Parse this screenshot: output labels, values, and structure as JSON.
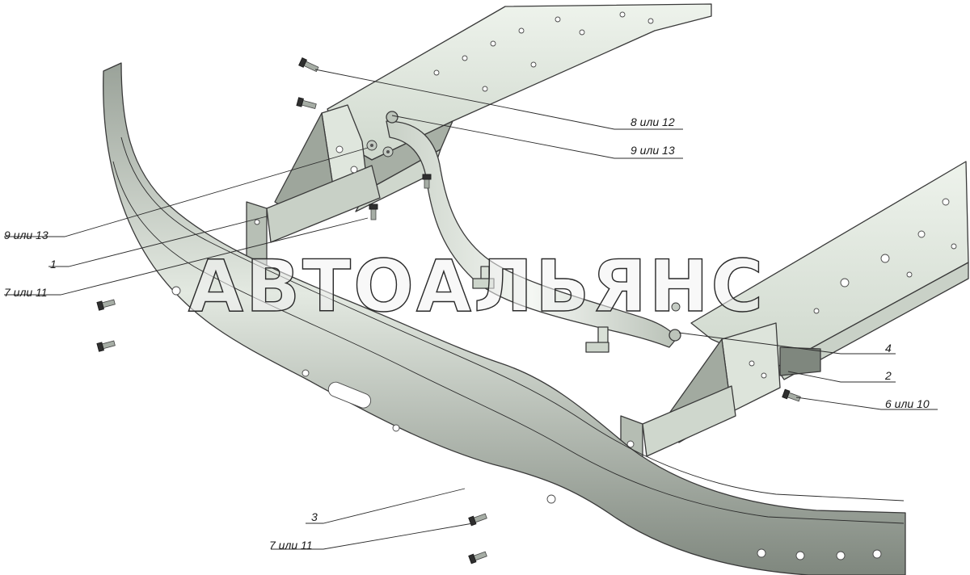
{
  "watermark": "АВТОАЛЬЯНС",
  "callouts": {
    "c_8_12_top": "8 или 12",
    "c_9_13_top": "9 или 13",
    "c_9_13_left": "9 или 13",
    "c_1": "1",
    "c_7_11_left": "7 или 11",
    "c_4": "4",
    "c_2": "2",
    "c_6_10": "6 или 10",
    "c_3": "3",
    "c_7_11_bottom": "7 или 11"
  },
  "colors": {
    "frame_light": "#e4ece2",
    "frame_mid": "#c9d2c8",
    "frame_dark": "#8f978d",
    "bumper_dark": "#7d857c",
    "bumper_light": "#dfe6dd",
    "tube": "#e9efe8",
    "bolt": "#9aa19a"
  },
  "icons": [
    "bolt-icon",
    "washer-icon"
  ]
}
